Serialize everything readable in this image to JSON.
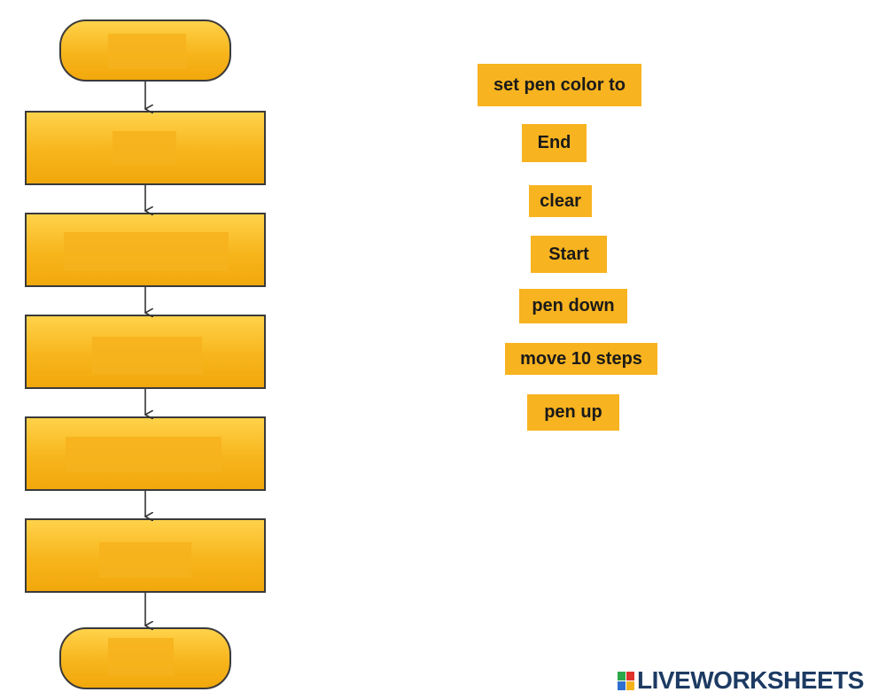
{
  "flowchart": {
    "shapes": [
      {
        "kind": "terminal",
        "name": "start-terminal"
      },
      {
        "kind": "process",
        "name": "process-box-1"
      },
      {
        "kind": "process",
        "name": "process-box-2"
      },
      {
        "kind": "process",
        "name": "process-box-3"
      },
      {
        "kind": "process",
        "name": "process-box-4"
      },
      {
        "kind": "process",
        "name": "process-box-5"
      },
      {
        "kind": "terminal",
        "name": "end-terminal"
      }
    ],
    "fill_color": "#f7b51c",
    "border_color": "#3a3a3a",
    "arrow_color": "#333333"
  },
  "answer_chips": [
    {
      "label": "set pen color to"
    },
    {
      "label": "End"
    },
    {
      "label": "clear"
    },
    {
      "label": "Start"
    },
    {
      "label": "pen down"
    },
    {
      "label": "move 10 steps"
    },
    {
      "label": "pen up"
    }
  ],
  "brand": {
    "text": "LIVEWORKSHEETS",
    "mark_colors": [
      "#2ca84a",
      "#e0312c",
      "#2f6fd0",
      "#f2b21b"
    ]
  }
}
